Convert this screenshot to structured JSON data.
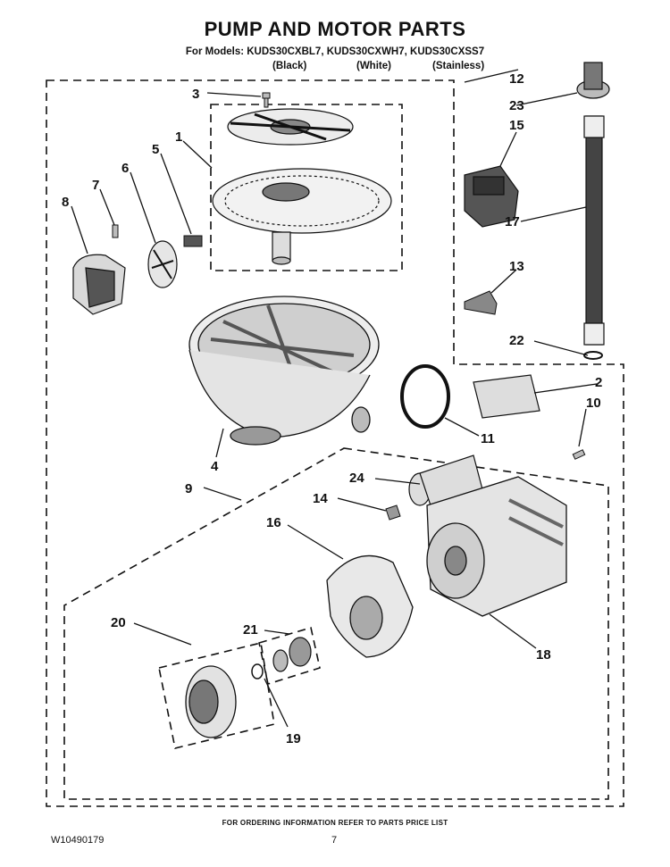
{
  "header": {
    "title": "PUMP AND MOTOR PARTS",
    "models": "For Models: KUDS30CXBL7, KUDS30CXWH7, KUDS30CXSS7",
    "variants": [
      "(Black)",
      "(White)",
      "(Stainless)"
    ]
  },
  "callouts": [
    "1",
    "2",
    "3",
    "4",
    "5",
    "6",
    "7",
    "8",
    "9",
    "10",
    "11",
    "12",
    "13",
    "14",
    "15",
    "16",
    "17",
    "18",
    "19",
    "20",
    "21",
    "22",
    "23",
    "24"
  ],
  "footer": {
    "ordering_note": "FOR ORDERING INFORMATION REFER TO PARTS PRICE LIST",
    "document_number": "W10490179",
    "page_number": "7"
  }
}
